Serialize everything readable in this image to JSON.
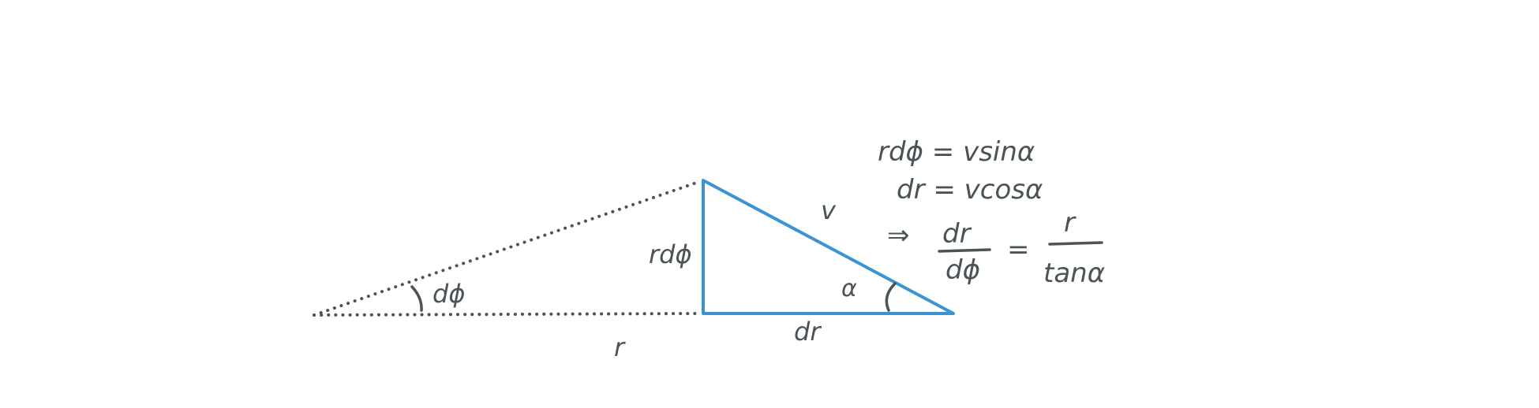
{
  "colors": {
    "triangle": "#3a94d4",
    "ink": "#4a5456",
    "dotted": "#4a5456",
    "background": "#ffffff"
  },
  "labels": {
    "small_angle": "dϕ",
    "radius": "r",
    "opposite_side": "rdϕ",
    "hypotenuse": "v",
    "base": "dr",
    "angle_alpha": "α"
  },
  "equations": {
    "line1": "rdϕ = vsinα",
    "line2": "dr = vcosα",
    "line3_implies": "⇒",
    "line3_num_left": "dr",
    "line3_den_left": "dϕ",
    "line3_equals": "=",
    "line3_num_right": "r",
    "line3_den_right": "tanα"
  }
}
